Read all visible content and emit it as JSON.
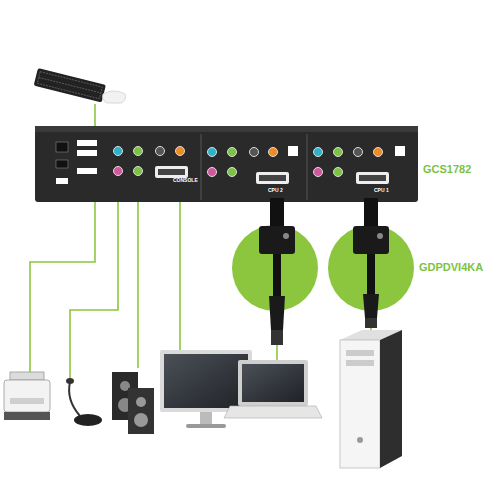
{
  "diagram": {
    "nodes": [
      {
        "text": [
          "GCS1782"
        ]
      },
      {
        "text": [
          "CONSOLE"
        ],
        "in": 0
      },
      {
        "text": [
          "CPU 2"
        ],
        "in": 0
      },
      {
        "text": [
          "CPU 1"
        ],
        "in": 0
      }
    ],
    "labels": [
      "GDPDVI4KA"
    ]
  }
}
